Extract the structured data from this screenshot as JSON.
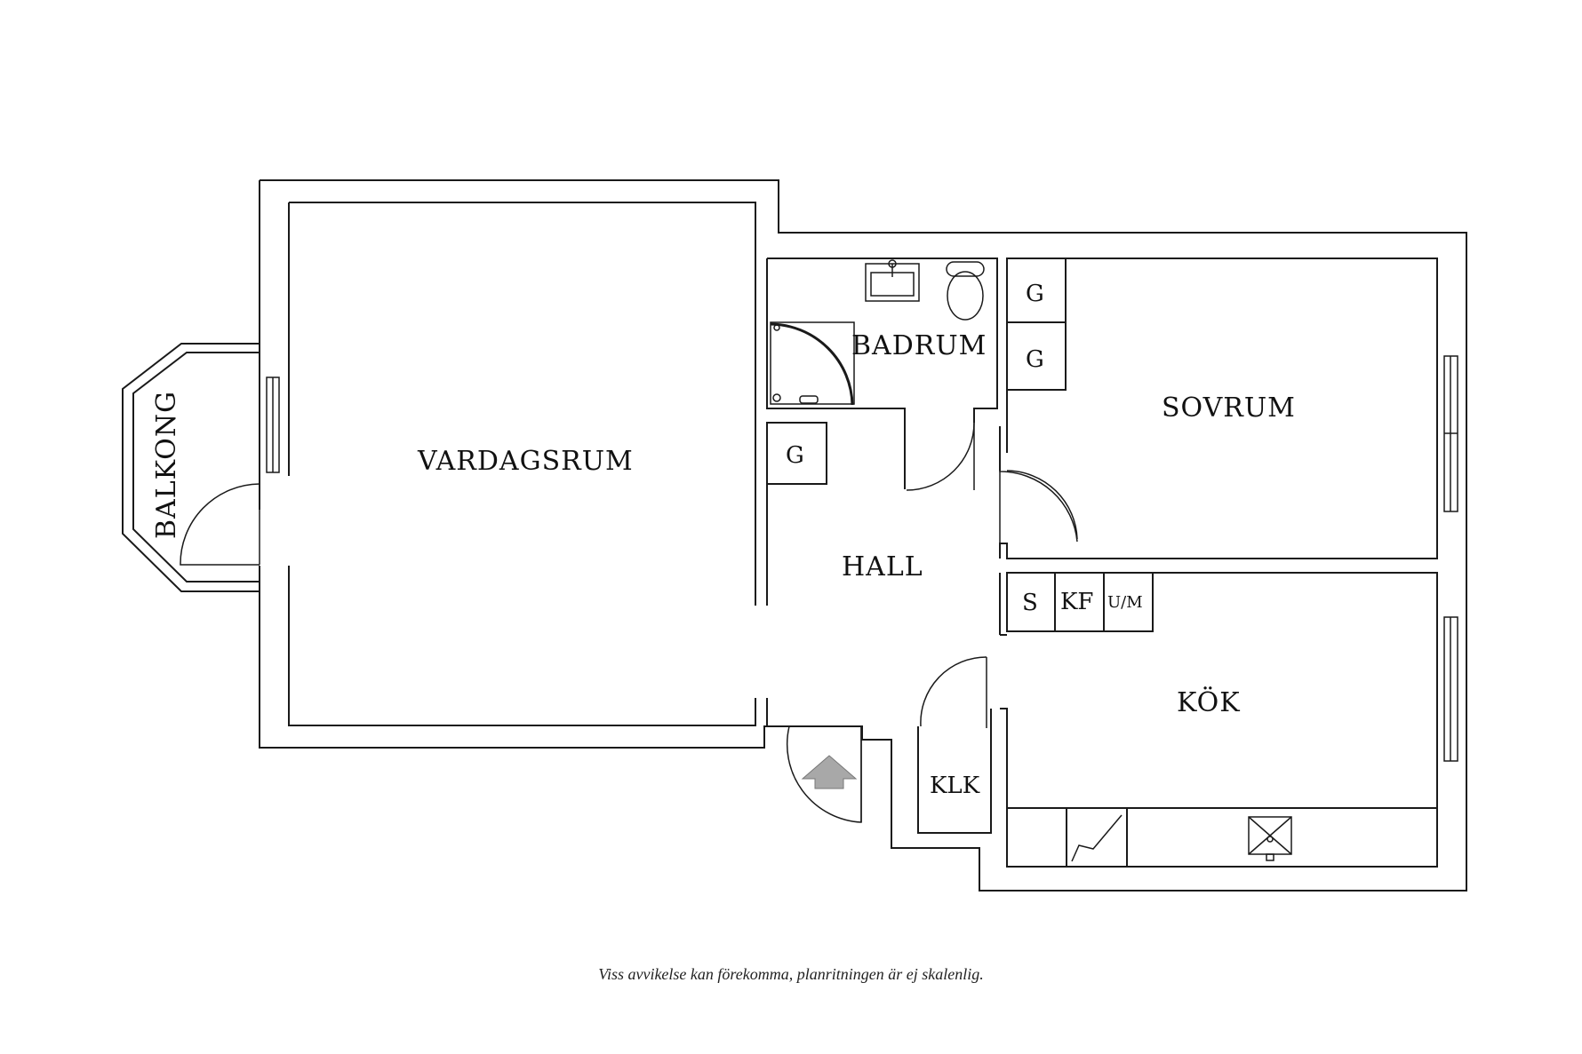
{
  "rooms": {
    "vardagsrum": "VARDAGSRUM",
    "balkong": "BALKONG",
    "badrum": "BADRUM",
    "sovrum": "SOVRUM",
    "hall": "HALL",
    "kok": "KÖK",
    "klk": "KLK"
  },
  "storage": {
    "g1": "G",
    "g2": "G",
    "g3": "G",
    "s": "S",
    "kf": "KF",
    "um": "U/M"
  },
  "disclaimer": "Viss avvikelse kan förekomma, planritningen är ej skalenlig.",
  "icons": {
    "entrance": "entrance-arrow-icon",
    "sink": "sink-icon",
    "toilet": "toilet-icon",
    "shower": "shower-icon",
    "stove": "stove-icon",
    "kitchen_sink": "kitchen-sink-icon"
  },
  "colors": {
    "wall": "#1a1a1a",
    "background": "#ffffff",
    "entrance_arrow": "#a8a8a8"
  }
}
